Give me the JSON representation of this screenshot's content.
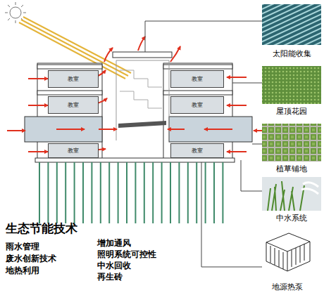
{
  "diagram": {
    "title": "生态节能技术",
    "nodes": [
      {
        "text": [
          "教室"
        ]
      },
      {
        "text": [
          "教室"
        ]
      },
      {
        "text": [
          "教室"
        ]
      },
      {
        "text": [
          "教室"
        ]
      },
      {
        "text": [
          "教室"
        ]
      },
      {
        "text": [
          "教室"
        ]
      },
      {
        "text": [
          "太阳能收集"
        ]
      },
      {
        "text": [
          "屋顶花园"
        ]
      },
      {
        "text": [
          "植草铺地"
        ]
      },
      {
        "text": [
          "中水系统"
        ]
      },
      {
        "text": [
          "地源热泵"
        ]
      }
    ],
    "labels": [
      "雨水管理",
      "废水创新技术",
      "地热利用",
      "增加通风",
      "照明系统可控性",
      "中水回收",
      "再生砖"
    ]
  }
}
